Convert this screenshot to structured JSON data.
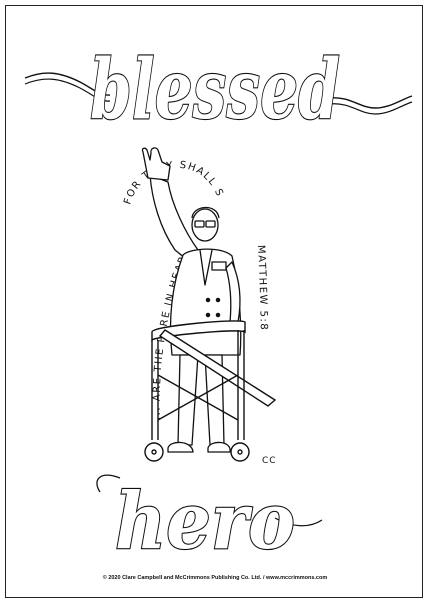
{
  "title_top": "blessed",
  "title_bottom": "hero",
  "verse_left": "... ARE THE PURE IN HEART",
  "verse_top": "FOR THEY SHALL SEE GOD",
  "verse_right": "MATTHEW 5:8",
  "artist_initials": "CC",
  "copyright": "© 2020 Clare Campbell and McCrimmons Publishing Co. Ltd. / www.mccrimmons.com",
  "colors": {
    "ink": "#111111",
    "paper": "#ffffff",
    "border": "#222222"
  }
}
